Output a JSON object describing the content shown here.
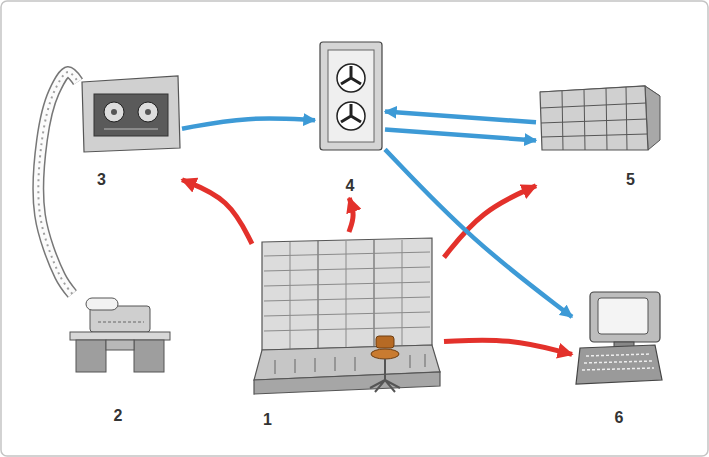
{
  "diagram": {
    "nodes": [
      {
        "text": [
          "1"
        ]
      },
      {
        "text": [
          "2"
        ]
      },
      {
        "text": [
          "3"
        ]
      },
      {
        "text": [
          "4"
        ]
      },
      {
        "text": [
          "5"
        ]
      },
      {
        "text": [
          "6"
        ]
      }
    ],
    "edges": [
      {
        "from": 0,
        "to": 2,
        "arrow": "to"
      },
      {
        "from": 0,
        "to": 3,
        "arrow": "to"
      },
      {
        "from": 0,
        "to": 4,
        "arrow": "to"
      },
      {
        "from": 0,
        "to": 5,
        "arrow": "to"
      },
      {
        "from": 2,
        "to": 3,
        "arrow": "to"
      },
      {
        "from": 3,
        "to": 4,
        "arrow": "to"
      },
      {
        "from": 4,
        "to": 3,
        "arrow": "to"
      },
      {
        "from": 3,
        "to": 5,
        "arrow": "to"
      },
      {
        "from": 1,
        "to": 2,
        "arrow": "none"
      }
    ]
  }
}
